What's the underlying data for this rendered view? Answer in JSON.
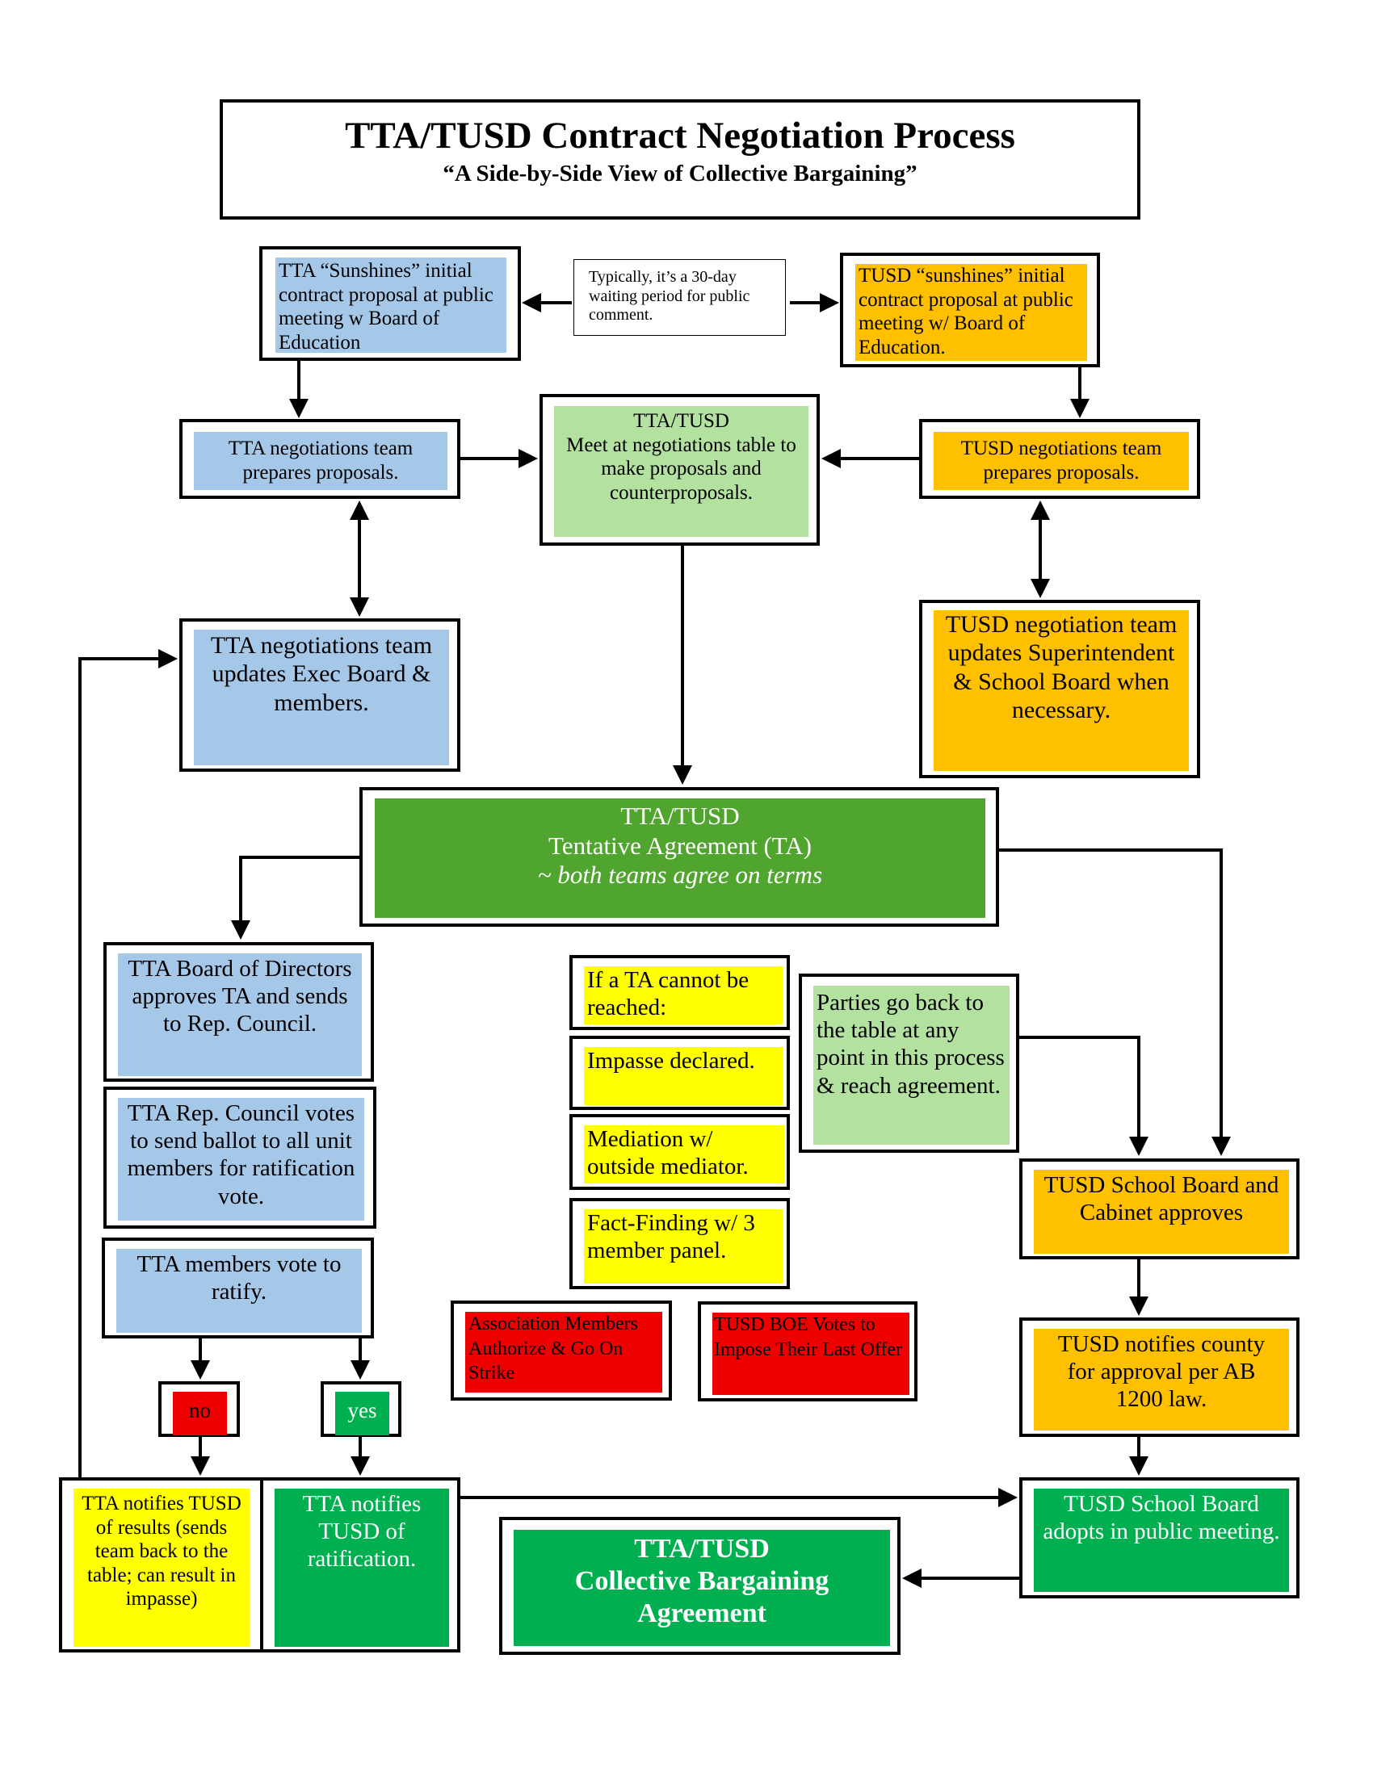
{
  "title": {
    "main": "TTA/TUSD Contract Negotiation Process",
    "subtitle": "“A Side-by-Side View of Collective Bargaining”"
  },
  "colors": {
    "tta_blue": "#a6c8e8",
    "tusd_orange": "#ffc000",
    "joint_light_green": "#b3e1a0",
    "tentative_agreement_green": "#50a52f",
    "final_green": "#00b050",
    "impasse_yellow": "#ffff00",
    "escalation_red": "#ee0000"
  },
  "top_row": {
    "tta_sunshine": "TTA “Sunshines” initial contract proposal at public meeting w Board of Education",
    "waiting_note": "Typically, it’s a 30-day waiting period for public comment.",
    "tusd_sunshine": "TUSD “sunshines” initial contract proposal at public meeting w/ Board of Education."
  },
  "second_row": {
    "tta_prepares": "TTA negotiations team prepares proposals.",
    "joint_meet_title": "TTA/TUSD",
    "joint_meet_body": "Meet at negotiations table to make proposals and counterproposals.",
    "tusd_prepares": "TUSD negotiations team prepares proposals."
  },
  "third_row": {
    "tta_updates": "TTA negotiations team updates Exec Board & members.",
    "tusd_updates": "TUSD negotiation team updates Superintendent & School Board when necessary."
  },
  "tentative_agreement": {
    "line1": "TTA/TUSD",
    "line2": "Tentative Agreement (TA)",
    "line3": "~ both teams agree on terms"
  },
  "tta_column": {
    "board_approves": "TTA Board of Directors approves TA and sends to Rep. Council.",
    "rep_council": "TTA Rep. Council votes to send ballot to all unit members for ratification vote.",
    "members_vote": "TTA members vote to ratify.",
    "no_label": "no",
    "yes_label": "yes",
    "notify_results": "TTA notifies TUSD of results (sends team back to the table; can result in impasse)",
    "notify_ratification": "TTA notifies TUSD of ratification."
  },
  "impasse_column": {
    "cannot_reach": "If a TA cannot be reached:",
    "impasse": "Impasse declared.",
    "mediation": "Mediation w/ outside mediator.",
    "fact_finding": "Fact-Finding w/ 3 member panel.",
    "strike": "Association Members Authorize & Go On Strike",
    "impose": "TUSD BOE Votes to Impose Their Last Offer"
  },
  "parties_back": "Parties go back to the table at any point in this process & reach agreement.",
  "tusd_column": {
    "cabinet_approves": "TUSD School Board and Cabinet approves",
    "county_approval": "TUSD notifies county for approval per AB 1200 law.",
    "board_adopts": "TUSD School Board adopts in public meeting."
  },
  "final": {
    "line1": "TTA/TUSD",
    "line2": "Collective Bargaining",
    "line3": "Agreement"
  }
}
